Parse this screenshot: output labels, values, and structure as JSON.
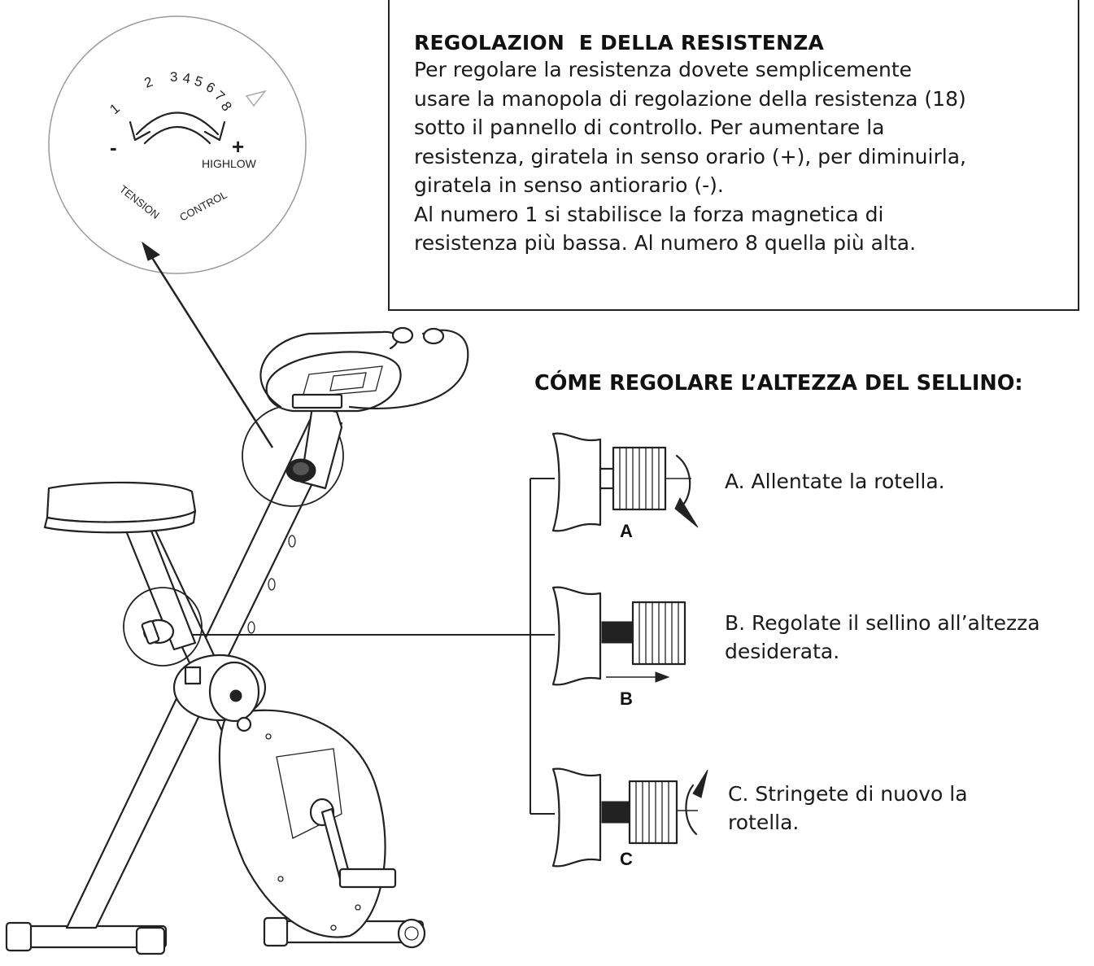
{
  "resistance_box": {
    "title": "REGOLAZION  E DELLA RESISTENZA",
    "lines": [
      "Per regolare la resistenza dovete semplicemente",
      "usare la manopola di regolazione della resistenza (18)",
      "sotto il pannello di controllo. Per aumentare la",
      "resistenza, giratela in senso orario (+), per diminuirla,",
      "giratela in senso antiorario (-).",
      "Al numero 1 si stabilisce la forza magnetica di",
      "resistenza più bassa. Al numero 8 quella più alta."
    ]
  },
  "dial": {
    "numbers": [
      "1",
      "2",
      "3",
      "4",
      "5",
      "6",
      "7",
      "8"
    ],
    "minus": "-",
    "plus": "+",
    "high_low": "HIGHLOW",
    "tension_left": "TENSION",
    "tension_right": "CONTROL"
  },
  "seat_height": {
    "title": "CÓME REGOLARE L’ALTEZZA DEL SELLINO:",
    "steps": [
      {
        "letter": "A",
        "lines": [
          "A. Allentate la rotella."
        ]
      },
      {
        "letter": "B",
        "lines": [
          "B. Regolate il sellino all’altezza",
          "desiderata."
        ]
      },
      {
        "letter": "C",
        "lines": [
          "C. Stringete di nuovo la",
          "rotella."
        ]
      }
    ]
  }
}
